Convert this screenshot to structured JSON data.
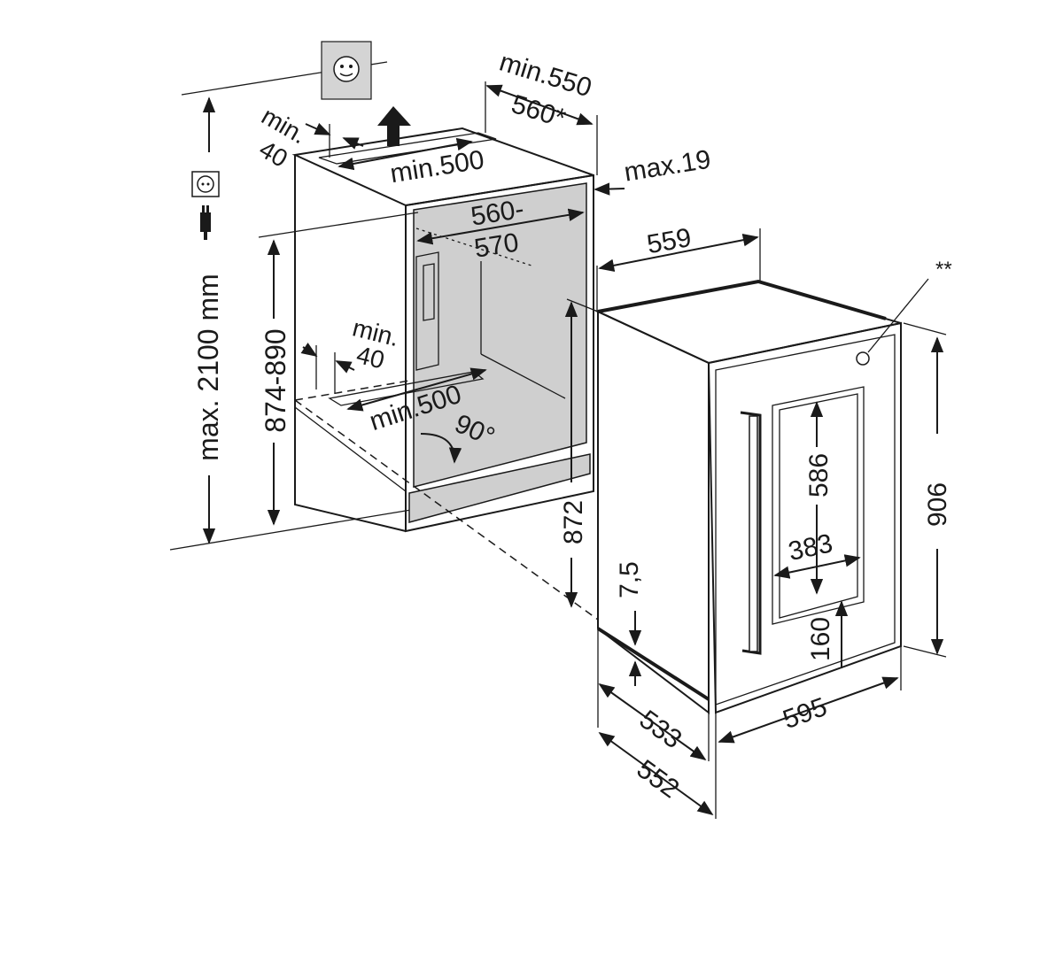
{
  "diagram": {
    "socket_labels": {
      "max_height": "max. 2100 mm",
      "outlet_min": "min.",
      "outlet_min_value": "40"
    },
    "niche": {
      "top_width": "min.550",
      "top_width_alt": "560*",
      "vent_depth": "min.500",
      "side_gap": "max.19",
      "inner_width_1": "560-",
      "inner_width_2": "570",
      "height": "874-890",
      "bottom_min": "min.",
      "bottom_min_value": "40",
      "bottom_depth": "min.500",
      "angle": "90°"
    },
    "appliance": {
      "depth_top": "559",
      "height_inner": "872",
      "plinth": "7,5",
      "height": "906",
      "glass_height": "586",
      "glass_width": "383",
      "bottom_offset": "160",
      "depth_533": "533",
      "depth_552": "552",
      "width": "595",
      "note": "**"
    }
  }
}
